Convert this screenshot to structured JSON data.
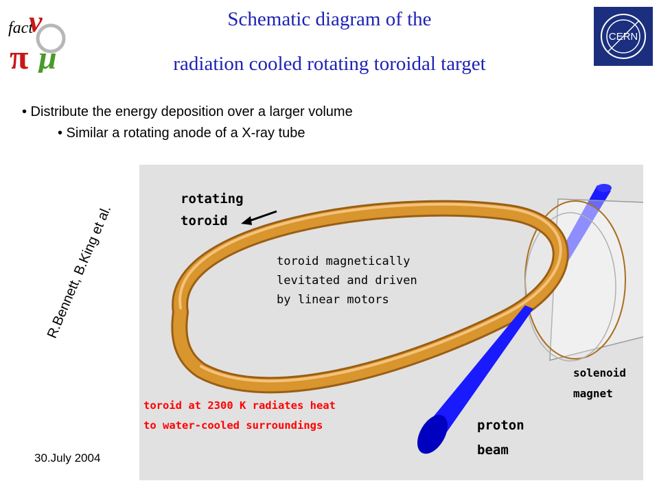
{
  "header": {
    "title_line1": "Schematic diagram of the",
    "title_line2": "radiation cooled rotating toroidal target"
  },
  "logos": {
    "left": {
      "name": "factnu-logo",
      "letters": [
        "fact",
        "ν",
        "π",
        "μ"
      ]
    },
    "right": {
      "name": "cern-logo",
      "text": "CERN"
    }
  },
  "bullets": [
    "• Distribute the energy deposition over a larger volume",
    "• Similar a rotating anode of a X-ray tube"
  ],
  "credit": "R.Bennett, B.King et al.",
  "footer": {
    "date": "30.July 2004"
  },
  "diagram": {
    "labels": {
      "rotating_toroid_1": "rotating",
      "rotating_toroid_2": "toroid",
      "levitation_1": "toroid magnetically",
      "levitation_2": "levitated and driven",
      "levitation_3": "by linear motors",
      "heat_1": "toroid at 2300 K radiates heat",
      "heat_2": "to water-cooled surroundings",
      "solenoid_1": "solenoid",
      "solenoid_2": "magnet",
      "proton_1": "proton",
      "proton_2": "beam"
    },
    "colors": {
      "background": "#e1e1e1",
      "toroid": "#d9952e",
      "beam": "#1a1aff",
      "heat_text": "#ff0000",
      "title": "#1e22b4"
    }
  }
}
